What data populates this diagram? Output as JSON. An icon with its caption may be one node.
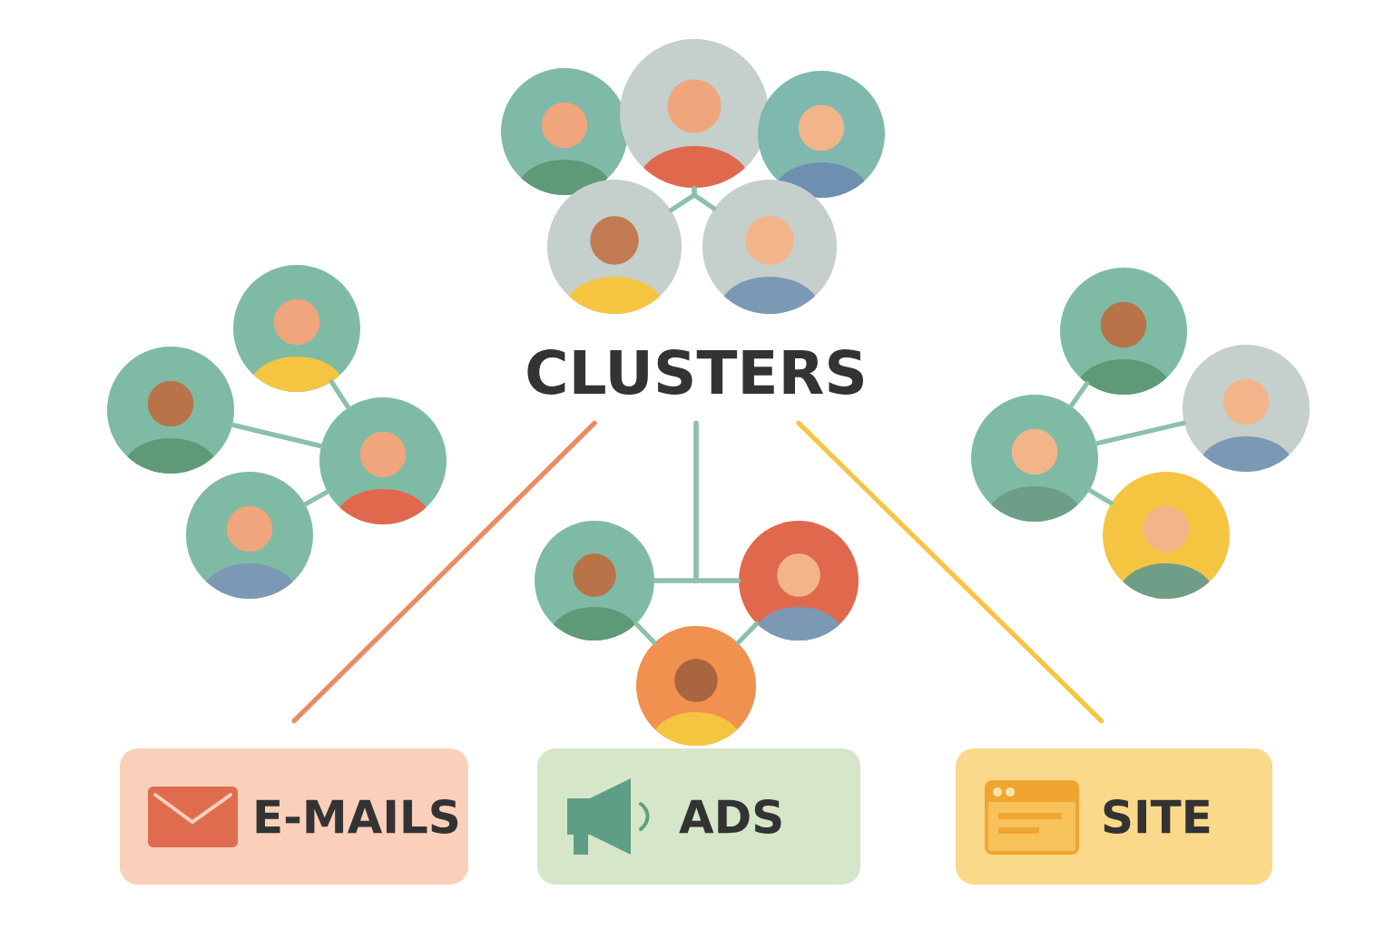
{
  "diagram": {
    "nodes": [
      {
        "text": [],
        "shape": "person"
      },
      {
        "text": [],
        "shape": "person"
      },
      {
        "text": [],
        "shape": "person"
      },
      {
        "text": [],
        "shape": "person"
      },
      {
        "text": [],
        "shape": "person"
      },
      {
        "text": [
          "CLUSTERS"
        ]
      },
      {
        "text": [],
        "shape": "person"
      },
      {
        "text": [],
        "shape": "person"
      },
      {
        "text": [],
        "shape": "person"
      },
      {
        "text": [],
        "shape": "person"
      },
      {
        "text": [],
        "shape": "person"
      },
      {
        "text": [],
        "shape": "person"
      },
      {
        "text": [],
        "shape": "person"
      },
      {
        "text": [],
        "shape": "person"
      },
      {
        "text": [],
        "shape": "person"
      },
      {
        "text": [],
        "shape": "person"
      },
      {
        "text": [],
        "shape": "person"
      },
      {
        "text": [
          "E-MAILS"
        ]
      },
      {
        "text": [
          "ADS"
        ]
      },
      {
        "text": [
          "SITE"
        ]
      }
    ],
    "edges": [
      {
        "from": 3,
        "to": 1,
        "arrow": "none"
      },
      {
        "from": 4,
        "to": 1,
        "arrow": "none"
      },
      {
        "from": 6,
        "to": 8,
        "arrow": "none"
      },
      {
        "from": 7,
        "to": 8,
        "arrow": "none"
      },
      {
        "from": 9,
        "to": 8,
        "arrow": "none"
      },
      {
        "from": 10,
        "to": 12,
        "arrow": "none"
      },
      {
        "from": 12,
        "to": 11,
        "arrow": "none"
      },
      {
        "from": 12,
        "to": 13,
        "arrow": "none"
      },
      {
        "from": 14,
        "to": 15,
        "arrow": "none"
      },
      {
        "from": 14,
        "to": 16,
        "arrow": "none"
      },
      {
        "from": 15,
        "to": 16,
        "arrow": "none"
      },
      {
        "from": 5,
        "to": 14,
        "arrow": "none"
      },
      {
        "from": 5,
        "to": 15,
        "arrow": "none"
      },
      {
        "from": 5,
        "to": 17,
        "arrow": "none",
        "color": "#ee8a5e"
      },
      {
        "from": 5,
        "to": 19,
        "arrow": "none",
        "color": "#f7c444"
      }
    ]
  }
}
